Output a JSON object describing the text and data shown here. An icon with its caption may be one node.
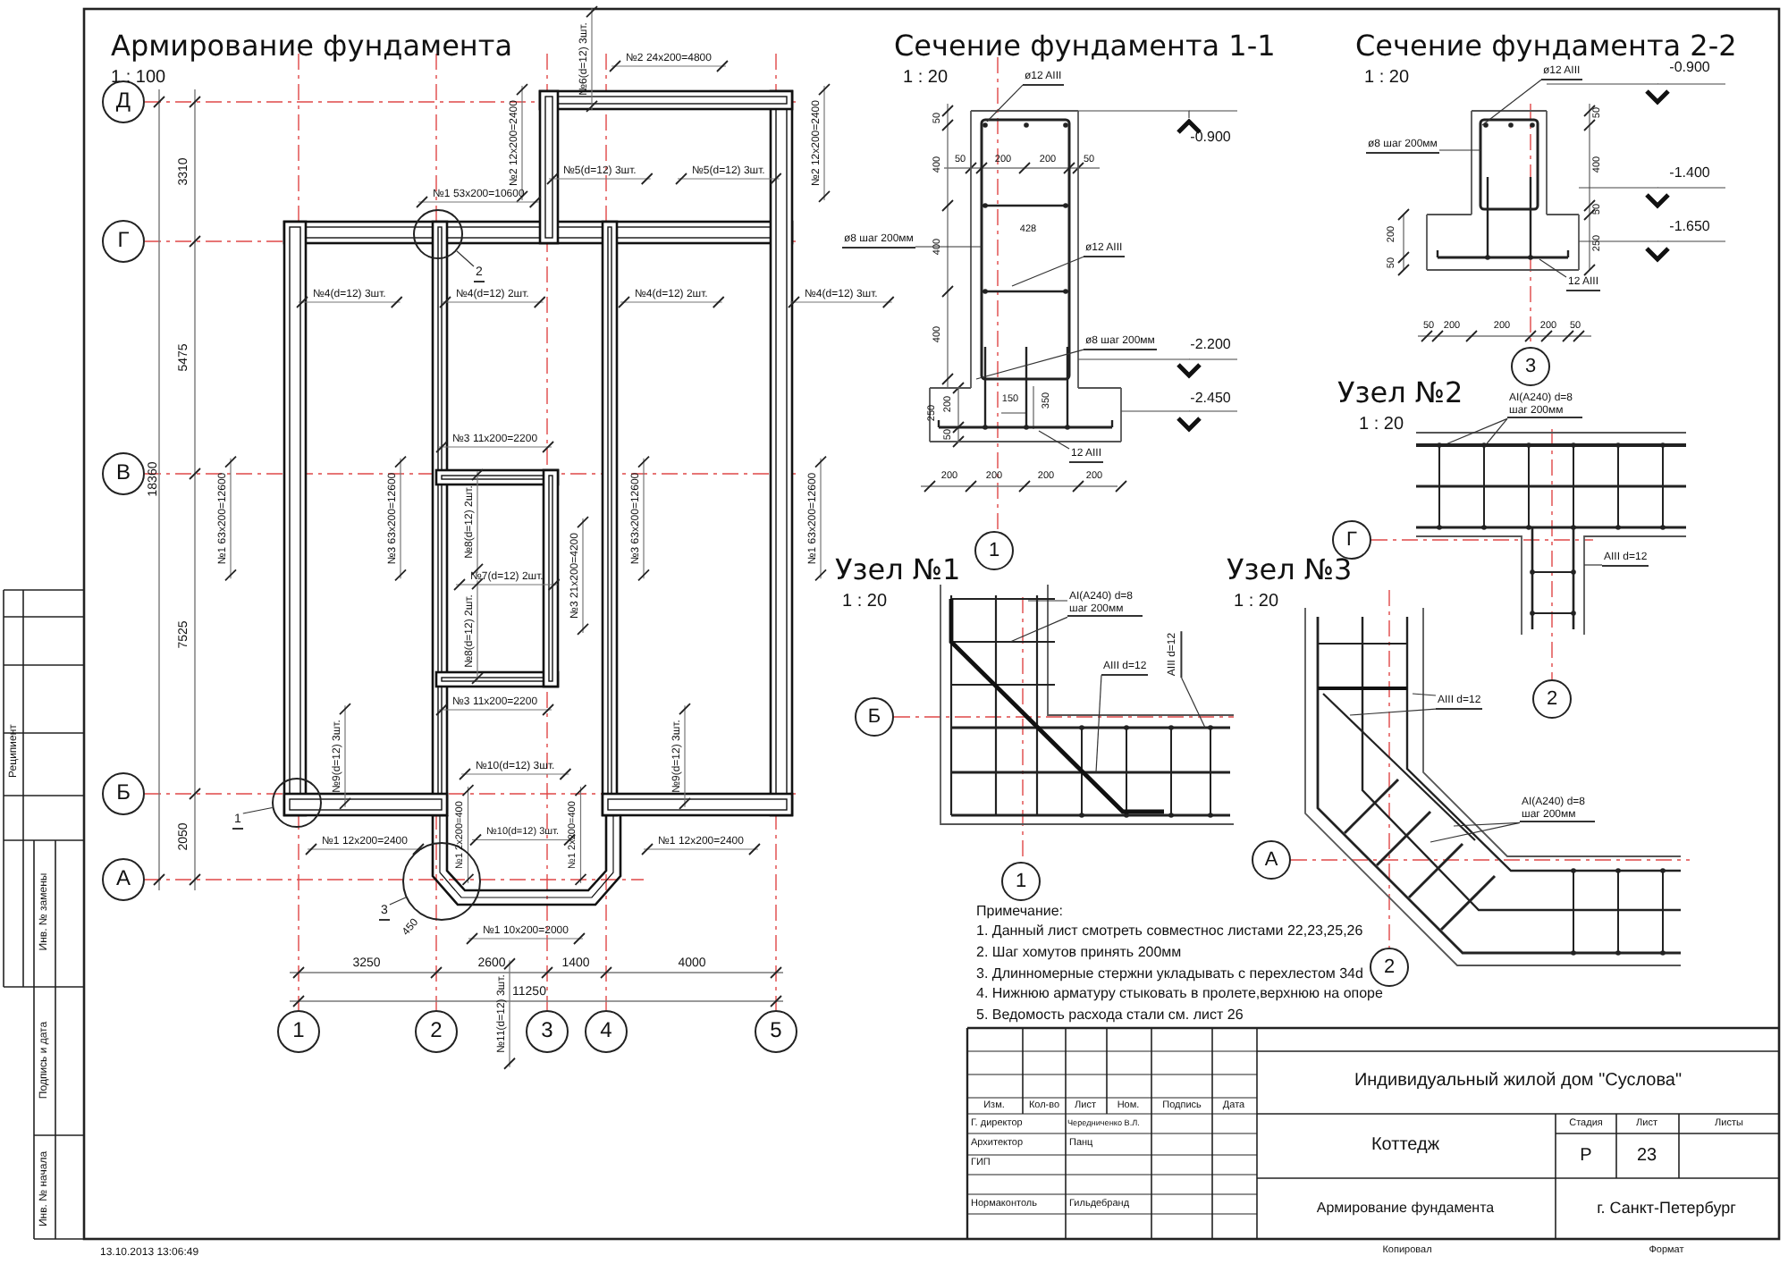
{
  "diagram": {
    "nodes": [
      {
        "text": [
          "Д"
        ]
      },
      {
        "text": [
          "Г"
        ]
      },
      {
        "text": [
          "В"
        ]
      },
      {
        "text": [
          "Б"
        ]
      },
      {
        "text": [
          "А"
        ]
      },
      {
        "text": [
          "1"
        ]
      },
      {
        "text": [
          "2"
        ]
      },
      {
        "text": [
          "3"
        ]
      },
      {
        "text": [
          "4"
        ]
      },
      {
        "text": [
          "5"
        ]
      },
      {
        "text": [
          "1"
        ]
      },
      {
        "text": [
          "2"
        ]
      },
      {
        "text": [
          "3"
        ]
      },
      {
        "text": [],
        "shape": "circle"
      },
      {
        "text": [],
        "shape": "circle"
      },
      {
        "text": [],
        "shape": "circle"
      },
      {
        "text": [
          "ø12 AIII"
        ]
      },
      {
        "text": [
          "ø8 шаг 200мм"
        ]
      },
      {
        "text": [
          "ø12 AIII"
        ]
      },
      {
        "text": [
          "ø8 шаг 200мм"
        ]
      },
      {
        "text": [
          "12 AIII"
        ]
      },
      {
        "text": [
          "1"
        ]
      },
      {
        "text": [
          "ø12 AIII"
        ]
      },
      {
        "text": [
          "ø8 шаг 200мм"
        ]
      },
      {
        "text": [
          "12 AIII"
        ]
      },
      {
        "text": [
          "3"
        ]
      },
      {
        "text": [
          "AI(A240) d=8 шаг 200мм"
        ]
      },
      {
        "text": [
          "AIII d=12"
        ]
      },
      {
        "text": [
          "Г"
        ]
      },
      {
        "text": [
          "2"
        ]
      },
      {
        "text": [
          "AI(A240) d=8 шаг 200мм"
        ]
      },
      {
        "text": [
          "AIII d=12"
        ]
      },
      {
        "text": [
          "AIII d=12"
        ]
      },
      {
        "text": [
          "Б"
        ]
      },
      {
        "text": [
          "1"
        ]
      },
      {
        "text": [
          "AIII d=12"
        ]
      },
      {
        "text": [
          "AI(A240) d=8 шаг 200мм"
        ]
      },
      {
        "text": [
          "А"
        ]
      },
      {
        "text": [
          "2"
        ]
      },
      {
        "text": [],
        "shape": "bar"
      }
    ],
    "edges": [
      {
        "from": 10,
        "to": 13,
        "arrow": "none"
      },
      {
        "from": 11,
        "to": 14,
        "arrow": "none"
      },
      {
        "from": 12,
        "to": 15,
        "arrow": "none"
      },
      {
        "from": 16,
        "to": null,
        "arrow": "none"
      },
      {
        "from": 17,
        "to": null,
        "arrow": "none"
      },
      {
        "from": 18,
        "to": null,
        "arrow": "none"
      },
      {
        "from": 19,
        "to": null,
        "arrow": "none"
      },
      {
        "from": 20,
        "to": null,
        "arrow": "none"
      },
      {
        "from": 22,
        "to": null,
        "arrow": "none"
      },
      {
        "from": 23,
        "to": null,
        "arrow": "none"
      },
      {
        "from": 24,
        "to": null,
        "arrow": "none"
      },
      {
        "from": 26,
        "to": 39,
        "arrow": "none"
      },
      {
        "from": 26,
        "to": 39,
        "arrow": "none"
      },
      {
        "from": 27,
        "to": null,
        "arrow": "none"
      },
      {
        "from": 30,
        "to": null,
        "arrow": "none"
      },
      {
        "from": 30,
        "to": null,
        "arrow": "none"
      },
      {
        "from": 31,
        "to": null,
        "arrow": "none"
      },
      {
        "from": 32,
        "to": null,
        "arrow": "none"
      },
      {
        "from": 35,
        "to": null,
        "arrow": "none"
      },
      {
        "from": 35,
        "to": null,
        "arrow": "none"
      },
      {
        "from": 36,
        "to": null,
        "arrow": "none"
      },
      {
        "from": 36,
        "to": null,
        "arrow": "none"
      }
    ],
    "labels": [
      "Армирование фундамента",
      "1 : 100",
      "3310",
      "5475",
      "18360",
      "7525",
      "2050",
      "№2 24x200=4800",
      "№6(d=12) 3шт.",
      "№2 12x200=2400",
      "№5(d=12) 3шт.",
      "№5(d=12) 3шт.",
      "№2 12x200=2400",
      "№1 53x200=10600",
      "№4(d=12) 3шт.",
      "№4(d=12) 2шт.",
      "№4(d=12) 2шт.",
      "№4(d=12) 3шт.",
      "№3 11x200=2200",
      "№1 63x200=12600",
      "№3 63x200=12600",
      "№8(d=12) 2шт.",
      "№7(d=12) 2шт.",
      "№3 21x200=4200",
      "№3 63x200=12600",
      "№1 63x200=12600",
      "№8(d=12) 2шт.",
      "№3 11x200=2200",
      "№9(d=12) 3шт.",
      "№10(d=12) 3шт.",
      "№9(d=12) 3шт.",
      "№1 2x200=400",
      "№10(d=12) 3шт.",
      "№1 2x200=400",
      "№1 12x200=2400",
      "№1 12x200=2400",
      "450",
      "№1 10x200=2000",
      "3250",
      "2600",
      "1400",
      "4000",
      "11250",
      "№11(d=12) 3шт.",
      "Сечение фундамента 1-1",
      "1 : 20",
      "50",
      "400",
      "400",
      "400",
      "50",
      "200",
      "200",
      "50",
      "428",
      "-0.900",
      "150",
      "350",
      "-2.200",
      "-2.450",
      "250",
      "200",
      "50",
      "200",
      "200",
      "200",
      "200",
      "Сечение фундамента 2-2",
      "1 : 20",
      "-0.900",
      "50",
      "400",
      "-1.400",
      "50",
      "-1.650",
      "250",
      "200",
      "50",
      "50",
      "200",
      "200",
      "200",
      "50",
      "Узел №2",
      "1 : 20",
      "Узел №1",
      "1 : 20",
      "Узел №3",
      "1 : 20",
      "Примечание:",
      "1. Данный лист смотреть совместнос листами 22,23,25,26",
      "2. Шаг хомутов принять 200мм",
      "3. Длинномерные стержни укладывать с перехлестом 34d",
      "4. Нижнюю арматуру стыковать в пролете,верхнюю на опоре",
      "5. Ведомость расхода стали см. лист 26",
      "Изм.",
      "Кол-во",
      "Лист",
      "Ном.",
      "Подпись",
      "Дата",
      "Г. директор",
      "Чередниченко В.Л.",
      "Архитектор",
      "Панц",
      "ГИП",
      "Нормаконтоль",
      "Гильдебранд",
      "Индивидуальный жилой дом \"Суслова\"",
      "Коттедж",
      "Стадия",
      "Лист",
      "Листы",
      "Р",
      "23",
      "Армирование фундамента",
      "г. Санкт-Петербург",
      "Копировал",
      "Формат",
      "Реципиент",
      "Инв. № замены",
      "Подпись и дата",
      "Инв. № начала",
      "13.10.2013 13:06:49"
    ]
  }
}
